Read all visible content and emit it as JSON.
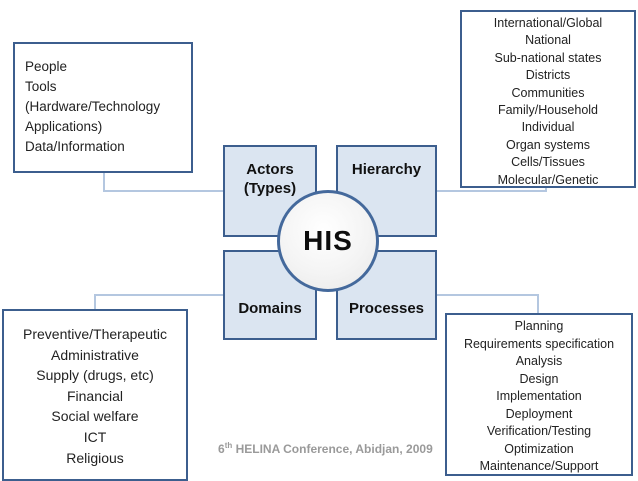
{
  "diagram": {
    "center_label": "HIS",
    "quadrants": {
      "actors_line1": "Actors",
      "actors_line2": "(Types)",
      "hierarchy": "Hierarchy",
      "domains": "Domains",
      "processes": "Processes"
    },
    "boxes": {
      "actors_types": {
        "items": [
          "People",
          "Tools",
          "(Hardware/Technology",
          "Applications)",
          "Data/Information"
        ]
      },
      "hierarchy_levels": {
        "items": [
          "International/Global",
          "National",
          "Sub-national states",
          "Districts",
          "Communities",
          "Family/Household",
          "Individual",
          "Organ systems",
          "Cells/Tissues",
          "Molecular/Genetic"
        ]
      },
      "domains_list": {
        "items": [
          "Preventive/Therapeutic",
          "Administrative",
          "Supply (drugs, etc)",
          "Financial",
          "Social welfare",
          "ICT",
          "Religious"
        ]
      },
      "processes_list": {
        "items": [
          "Planning",
          "Requirements specification",
          "Analysis",
          "Design",
          "Implementation",
          "Deployment",
          "Verification/Testing",
          "Optimization",
          "Maintenance/Support"
        ]
      }
    },
    "colors": {
      "quadrant_fill": "#dbe5f1",
      "border_blue": "#3c5e8e",
      "connector_line": "#b4c7e0",
      "circle_border": "#44699c",
      "footer_gray": "#9a9a9a"
    }
  },
  "footer": {
    "number": "6",
    "superscript": "th",
    "rest": " HELINA Conference, Abidjan, 2009"
  }
}
